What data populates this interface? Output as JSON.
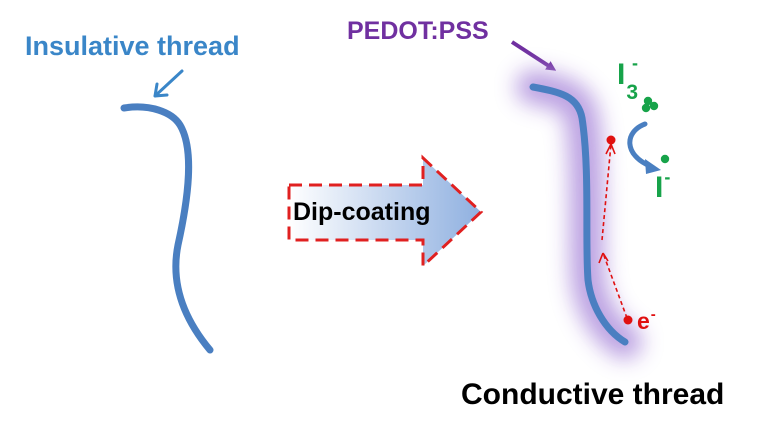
{
  "labels": {
    "insulative": "Insulative thread",
    "pedot": "PEDOT:PSS",
    "process": "Dip-coating",
    "conductive": "Conductive thread",
    "triiodide_base": "I",
    "triiodide_sub": "3",
    "triiodide_sup": "-",
    "iodide_base": "I",
    "iodide_sup": "-",
    "electron_base": "e",
    "electron_sup": "-"
  },
  "colors": {
    "thread": "#4a7fc1",
    "insulative_label": "#3a86c8",
    "pedot_label": "#7030a0",
    "pedot_glow": "#b79be0",
    "iodine": "#17a34a",
    "electron": "#e01010",
    "arrow_border": "#e02020",
    "arrow_fill_start": "#ffffff",
    "arrow_fill_end": "#8fb0e0",
    "conductive_label": "#000000"
  }
}
